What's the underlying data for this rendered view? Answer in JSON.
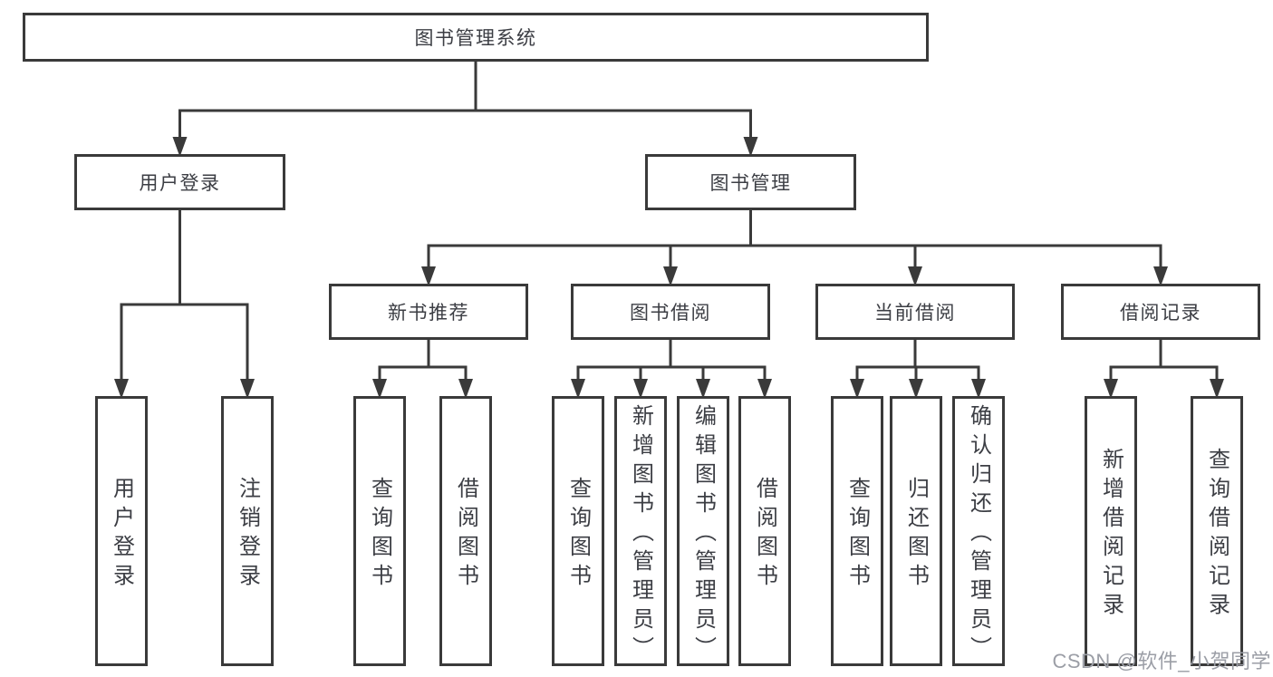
{
  "diagram": {
    "tree": {
      "id": "root",
      "label": "图书管理系统",
      "children": [
        {
          "id": "user-login",
          "label": "用户登录",
          "children": [
            {
              "id": "leaf-user-login",
              "label": "用户登录"
            },
            {
              "id": "leaf-logout",
              "label": "注销登录"
            }
          ]
        },
        {
          "id": "book-mgmt",
          "label": "图书管理",
          "children": [
            {
              "id": "new-book-rec",
              "label": "新书推荐",
              "children": [
                {
                  "id": "leaf-nbr-query",
                  "label": "查询图书"
                },
                {
                  "id": "leaf-nbr-borrow",
                  "label": "借阅图书"
                }
              ]
            },
            {
              "id": "book-borrow",
              "label": "图书借阅",
              "children": [
                {
                  "id": "leaf-bb-query",
                  "label": "查询图书"
                },
                {
                  "id": "leaf-bb-add",
                  "label": "新增图书（管理员）"
                },
                {
                  "id": "leaf-bb-edit",
                  "label": "编辑图书（管理员）"
                },
                {
                  "id": "leaf-bb-borrow",
                  "label": "借阅图书"
                }
              ]
            },
            {
              "id": "current-borrow",
              "label": "当前借阅",
              "children": [
                {
                  "id": "leaf-cb-query",
                  "label": "查询图书"
                },
                {
                  "id": "leaf-cb-return",
                  "label": "归还图书"
                },
                {
                  "id": "leaf-cb-confirm",
                  "label": "确认归还（管理员）"
                }
              ]
            },
            {
              "id": "borrow-records",
              "label": "借阅记录",
              "children": [
                {
                  "id": "leaf-br-add",
                  "label": "新增借阅记录"
                },
                {
                  "id": "leaf-br-query",
                  "label": "查询借阅记录"
                }
              ]
            }
          ]
        }
      ]
    }
  },
  "colors": {
    "line": "#3a3a3a",
    "text": "#3c3e44",
    "watermark": "#9b9ea6",
    "background": "#ffffff"
  },
  "watermark": {
    "text": "CSDN @软件_小贺同学"
  }
}
